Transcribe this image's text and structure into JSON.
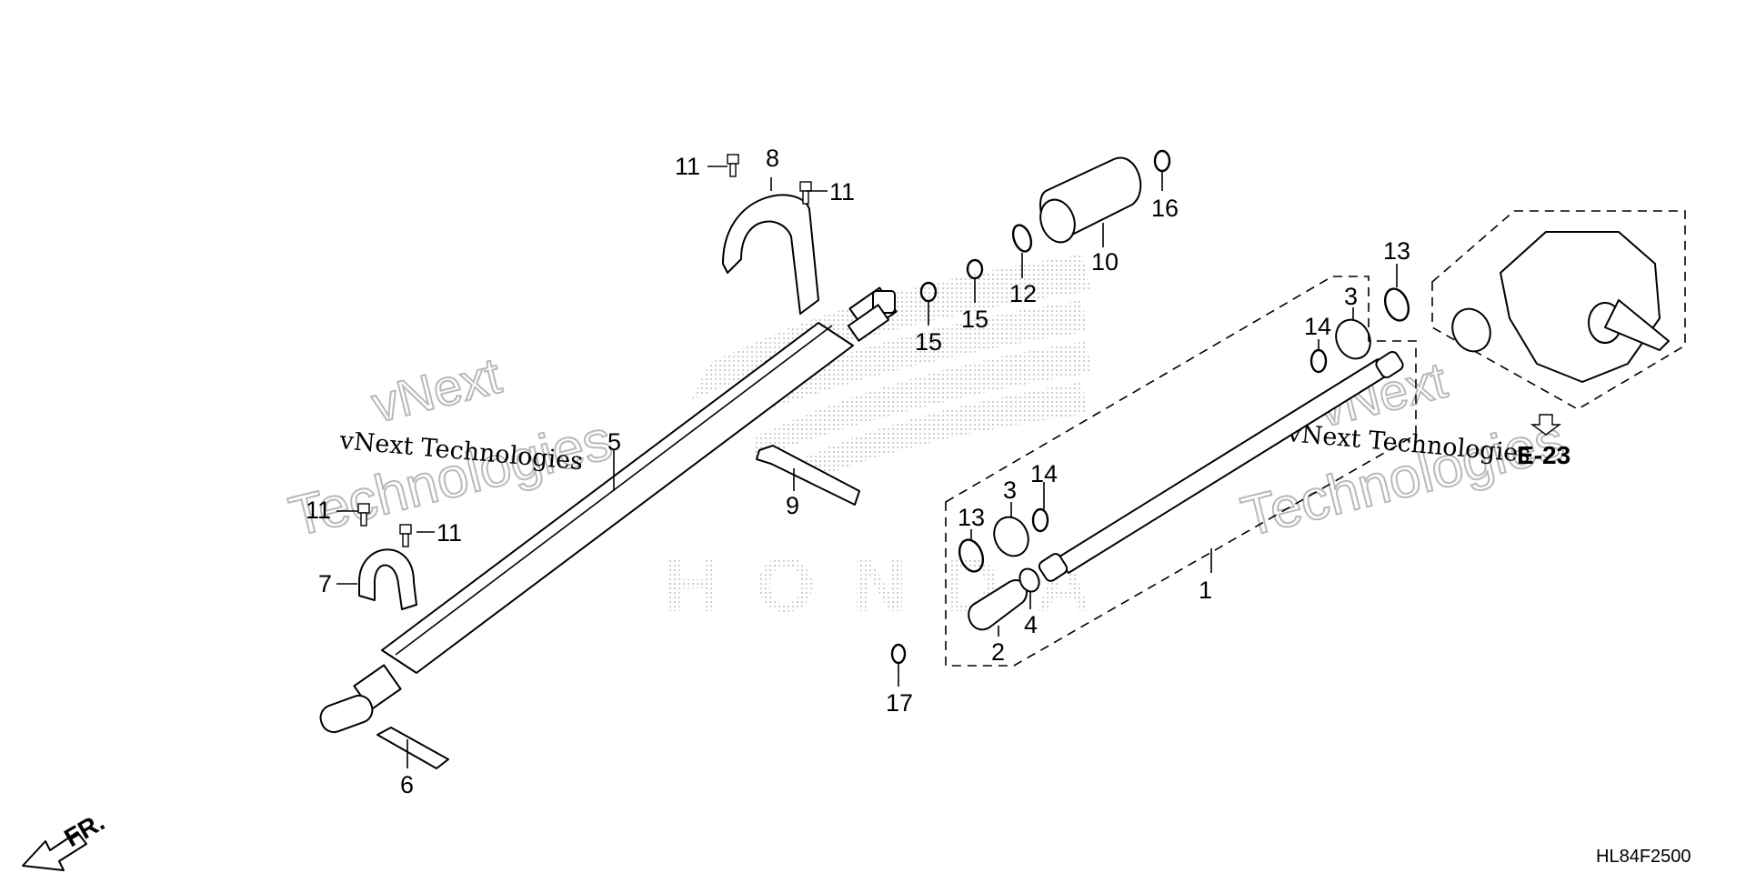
{
  "diagram": {
    "code": "HL84F2500",
    "direction_label": "FR.",
    "reference_label": "E-23",
    "watermark": {
      "small_text": "vNext Technologies",
      "large_line1": "vNext",
      "large_line2": "Technologies"
    },
    "logo_text": "HONDA"
  },
  "callouts": {
    "c1": "1",
    "c2": "2",
    "c3a": "3",
    "c3b": "3",
    "c4": "4",
    "c5": "5",
    "c6": "6",
    "c7": "7",
    "c8": "8",
    "c9": "9",
    "c10": "10",
    "c11a": "11",
    "c11b": "11",
    "c11c": "11",
    "c11d": "11",
    "c12": "12",
    "c13a": "13",
    "c13b": "13",
    "c14a": "14",
    "c14b": "14",
    "c15a": "15",
    "c15b": "15",
    "c16": "16",
    "c17": "17"
  }
}
